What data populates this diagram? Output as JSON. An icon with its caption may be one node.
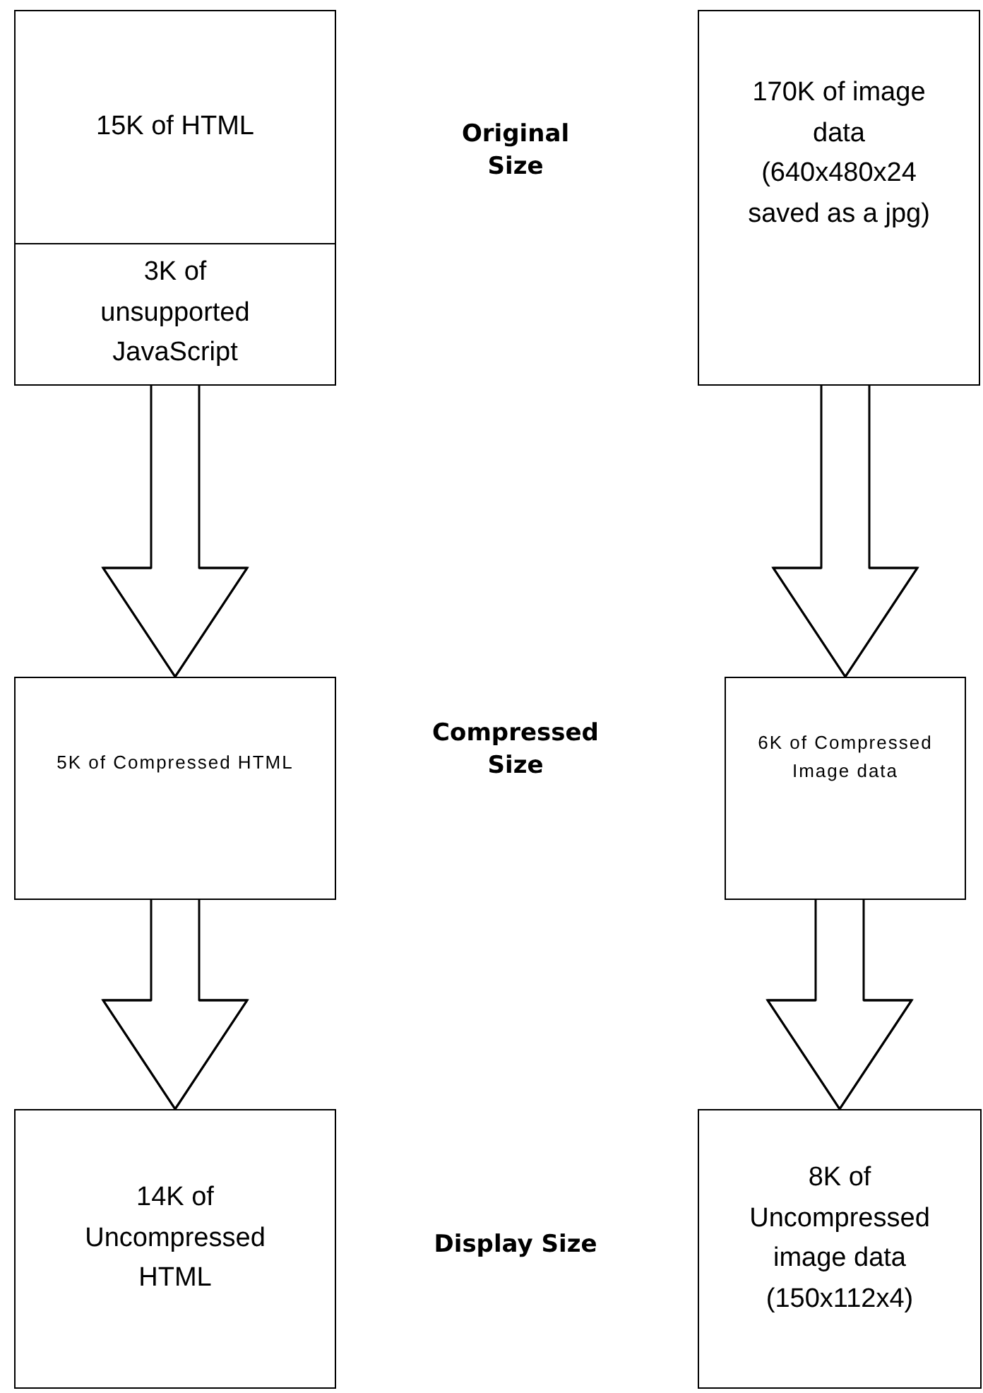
{
  "diagram": {
    "nodes": [
      {
        "text": [
          "15K of HTML"
        ]
      },
      {
        "text": [
          "3K of unsupported JavaScript"
        ]
      },
      {
        "text": [
          "170K of image data (640x480x24 saved as a jpg)"
        ]
      },
      {
        "text": [
          "5K of Compressed HTML"
        ]
      },
      {
        "text": [
          "6K of Compressed Image data"
        ]
      },
      {
        "text": [
          "14K of Uncompressed HTML"
        ]
      },
      {
        "text": [
          "8K of Uncompressed image data (150x112x4)"
        ]
      }
    ],
    "edges": [
      {
        "from": 1,
        "to": 3,
        "arrow": "to"
      },
      {
        "from": 2,
        "to": 4,
        "arrow": "to"
      },
      {
        "from": 3,
        "to": 5,
        "arrow": "to"
      },
      {
        "from": 4,
        "to": 6,
        "arrow": "to"
      }
    ],
    "labels": [
      "Original Size",
      "Compressed Size",
      "Display Size"
    ]
  }
}
